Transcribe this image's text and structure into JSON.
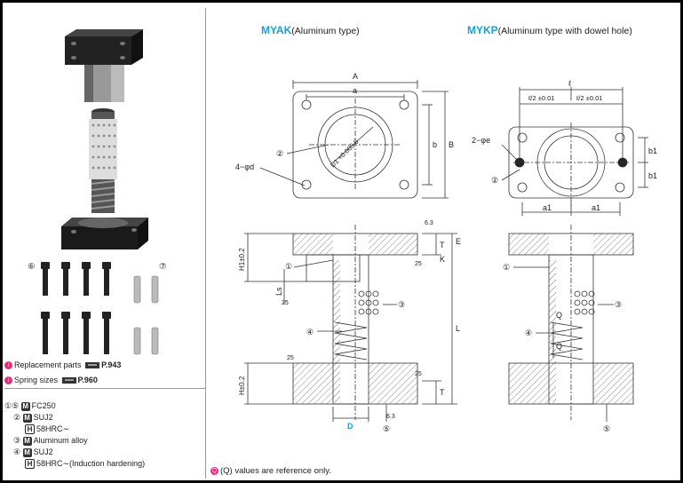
{
  "left_panel": {
    "callout_6": "⑥",
    "callout_7": "⑦",
    "links": [
      {
        "label": "Replacement parts",
        "page": "P.943"
      },
      {
        "label": "Spring sizes",
        "page": "P.960"
      }
    ],
    "materials": [
      {
        "part": "①⑤",
        "lines": [
          {
            "badge": "M",
            "text": "FC250"
          }
        ]
      },
      {
        "part": "②",
        "lines": [
          {
            "badge": "M",
            "text": "SUJ2"
          },
          {
            "badge": "H",
            "text": "58HRC∼"
          }
        ]
      },
      {
        "part": "③",
        "lines": [
          {
            "badge": "M",
            "text": "Aluminum alloy"
          }
        ]
      },
      {
        "part": "④",
        "lines": [
          {
            "badge": "M",
            "text": "SUJ2"
          },
          {
            "badge": "H",
            "text": "58HRC∼(Induction hardening)"
          }
        ]
      }
    ]
  },
  "myak": {
    "code": "MYAK",
    "subtitle": "(Aluminum type)",
    "dims": {
      "A": "A",
      "a": "a",
      "b": "b",
      "B": "B",
      "d": "4−φd",
      "D1": "D1 +0.005 0",
      "c2": "②",
      "c1": "①",
      "c3": "③",
      "c4": "④",
      "c5": "⑤",
      "H1": "H1±0.2",
      "H": "H±0.2",
      "Ls": "Ls",
      "T": "T",
      "E": "E",
      "K": "K",
      "L": "L",
      "D": "D",
      "r63a": "6.3",
      "r25a": "25",
      "r25b": "25",
      "r25c": "25",
      "r25d": "25",
      "r63b": "6.3"
    }
  },
  "mykp": {
    "code": "MYKP",
    "subtitle": "(Aluminum type with dowel hole)",
    "dims": {
      "l": "ℓ",
      "l2a": "ℓ/2 ±0.01",
      "l2b": "ℓ/2 ±0.01",
      "e": "2−φe",
      "c2": "②",
      "b1a": "b1",
      "b1b": "b1",
      "a1a": "a1",
      "a1b": "a1",
      "c1": "①",
      "c3": "③",
      "c4": "④",
      "c5": "⑤",
      "Q1": "Q",
      "Q2": "Q"
    }
  },
  "note": {
    "icon": "Q",
    "text": "(Q) values are reference only."
  }
}
